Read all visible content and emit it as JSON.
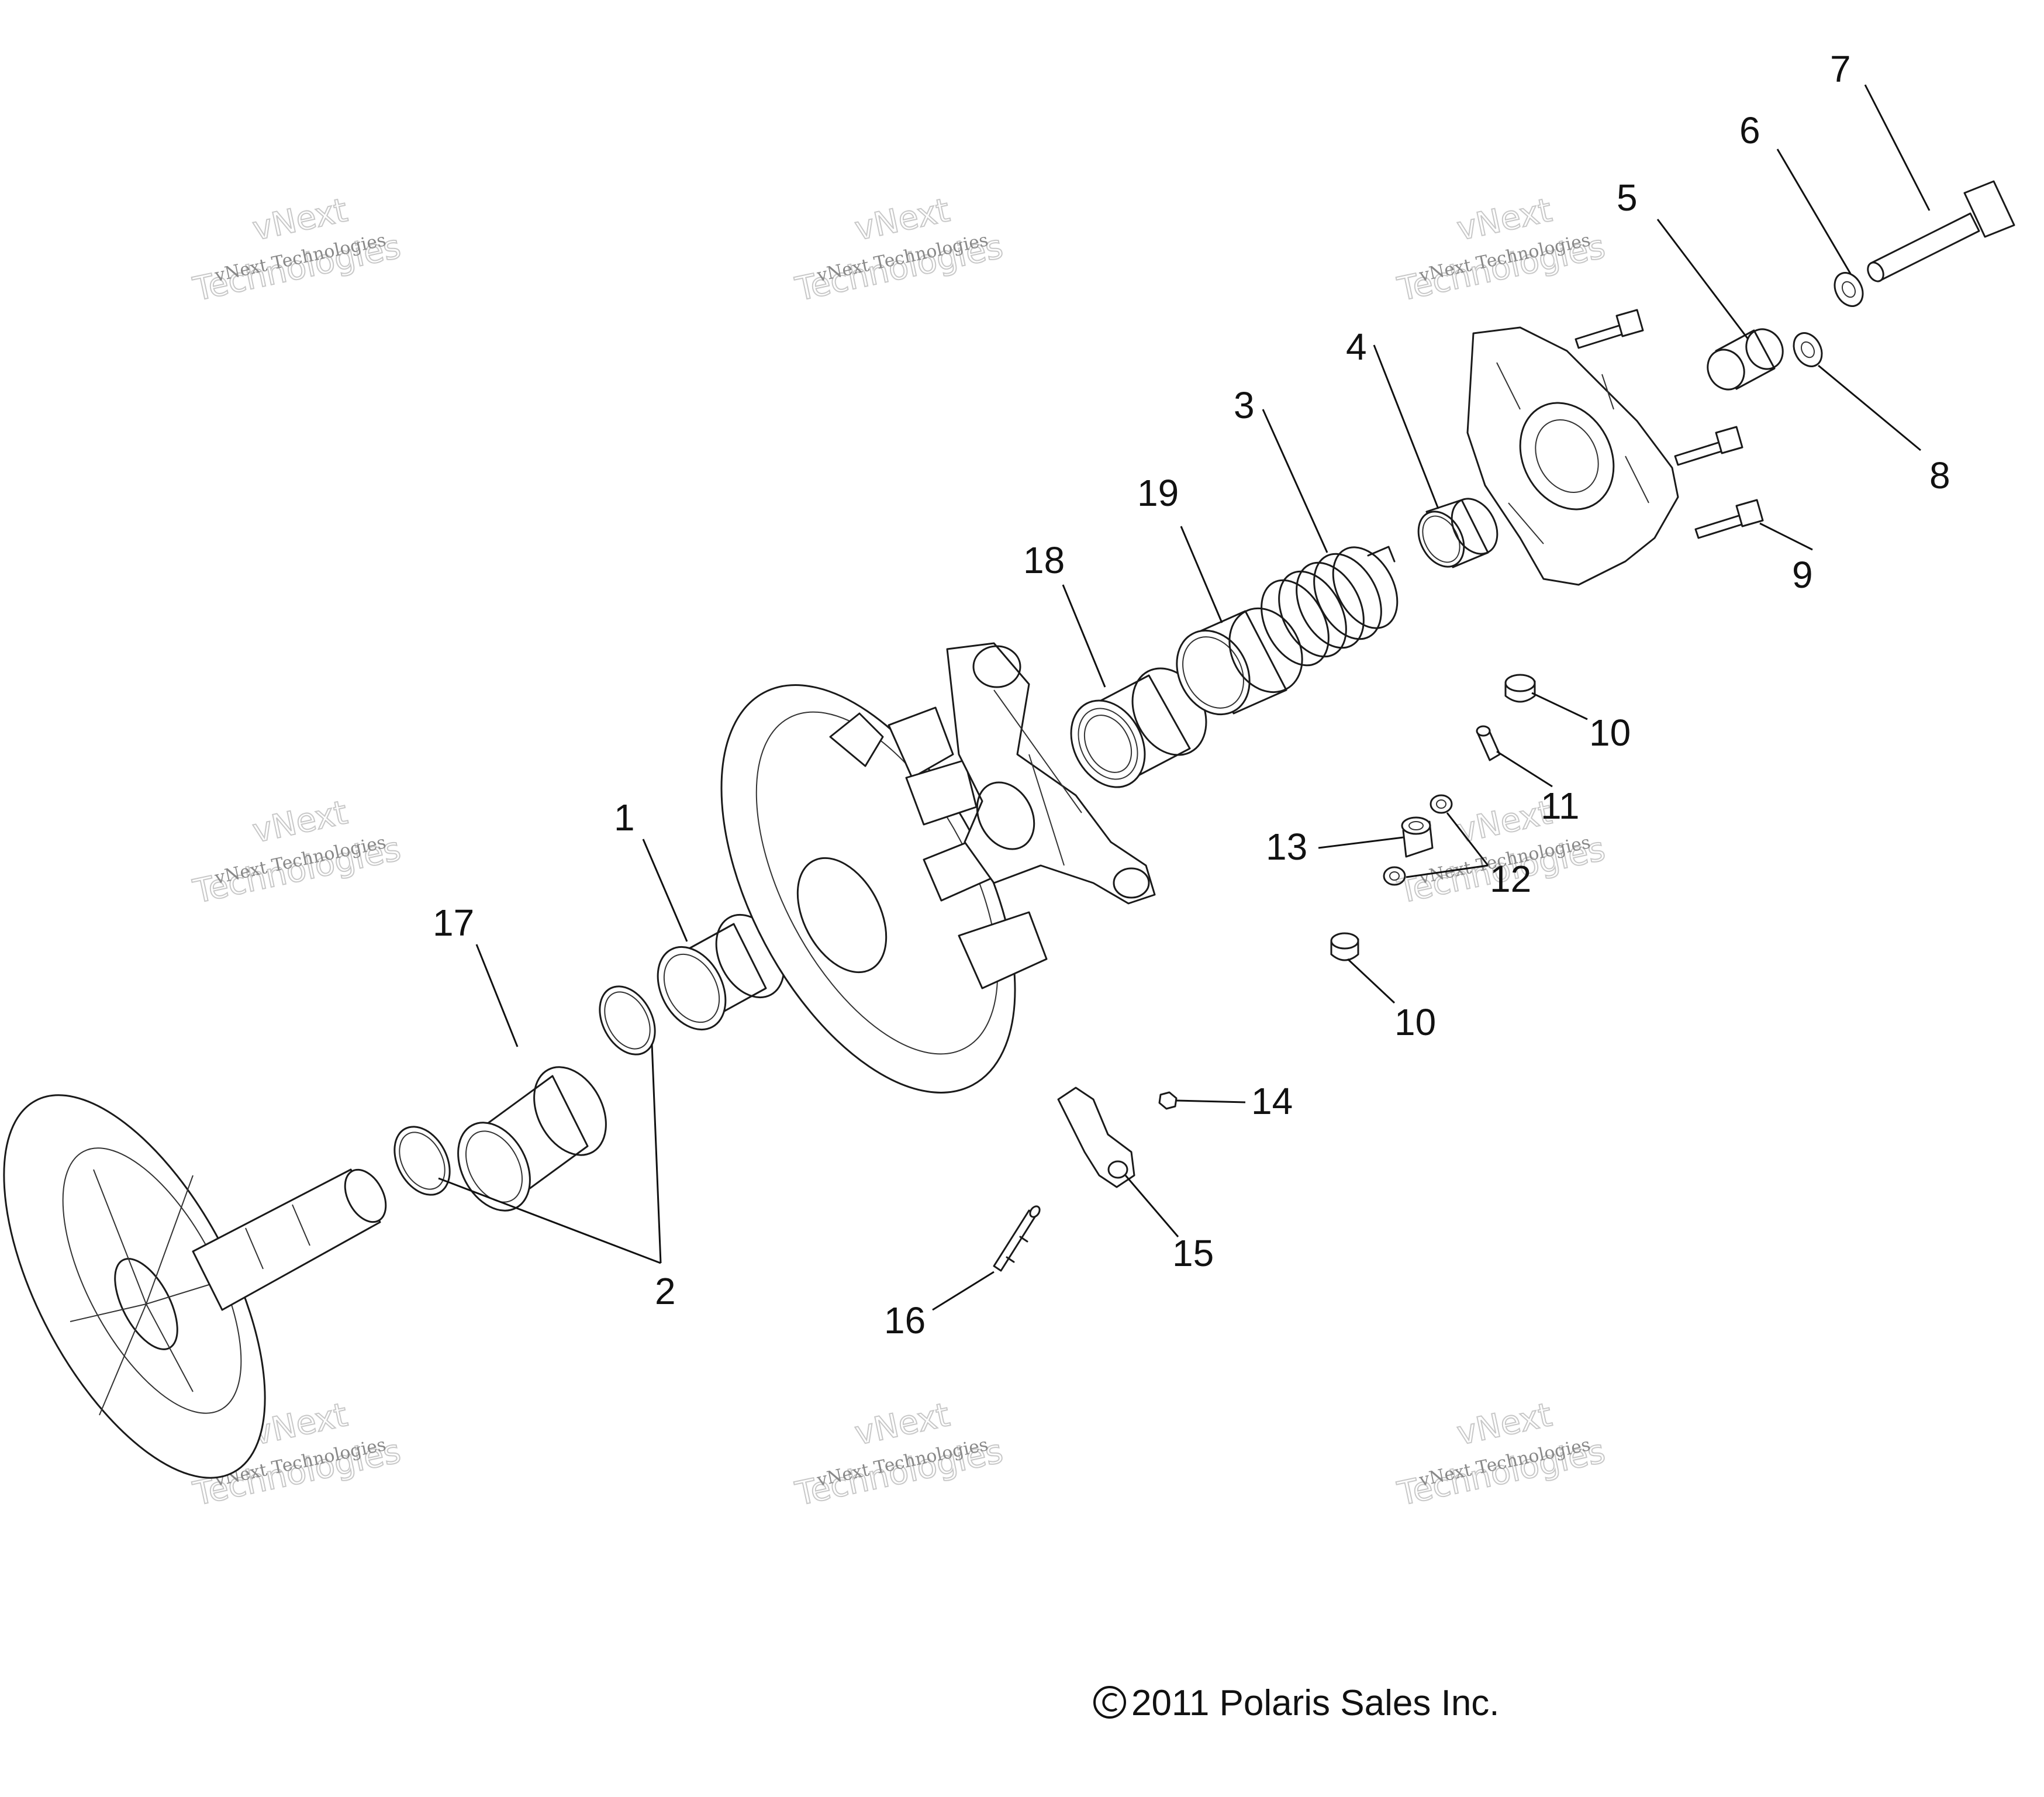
{
  "watermark": {
    "line1": "vNext Technologies",
    "line2": "vNext",
    "line3": "Technologies"
  },
  "callouts": {
    "c1": "1",
    "c2": "2",
    "c3": "3",
    "c4": "4",
    "c5": "5",
    "c6": "6",
    "c7": "7",
    "c8": "8",
    "c9": "9",
    "c10a": "10",
    "c10b": "10",
    "c11": "11",
    "c12": "12",
    "c13": "13",
    "c14": "14",
    "c15": "15",
    "c16": "16",
    "c17": "17",
    "c18": "18",
    "c19": "19"
  },
  "copyright": "2011 Polaris Sales Inc."
}
